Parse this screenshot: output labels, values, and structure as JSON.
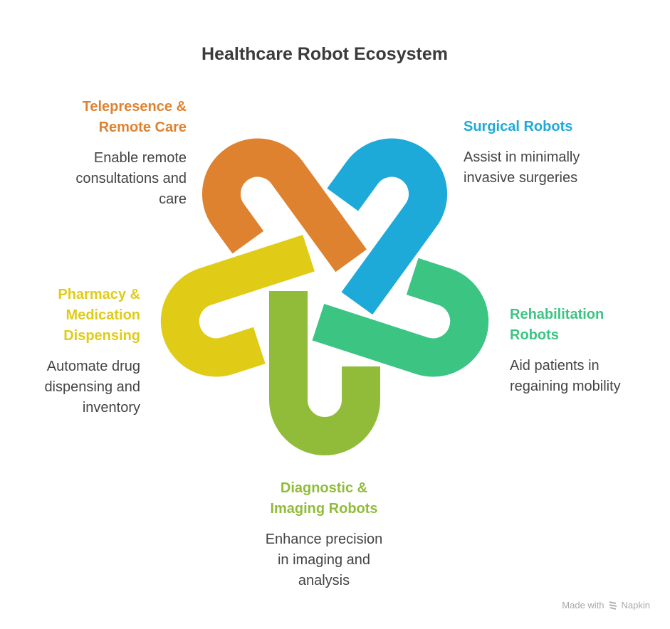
{
  "title": "Healthcare Robot Ecosystem",
  "items": [
    {
      "heading": "Telepresence &\nRemote Care",
      "description": "Enable remote\nconsultations and\ncare",
      "color": "#DE8230"
    },
    {
      "heading": "Surgical Robots",
      "description": "Assist in minimally\ninvasive surgeries",
      "color": "#1EAAD8"
    },
    {
      "heading": "Rehabilitation\nRobots",
      "description": "Aid patients in\nregaining mobility",
      "color": "#3CC483"
    },
    {
      "heading": "Diagnostic &\nImaging Robots",
      "description": "Enhance precision\nin imaging and\nanalysis",
      "color": "#90BC3A"
    },
    {
      "heading": "Pharmacy &\nMedication\nDispensing",
      "description": "Automate drug\ndispensing and\ninventory",
      "color": "#E0CC16"
    }
  ],
  "footer": {
    "made_with": "Made with",
    "brand": "Napkin",
    "icon": "napkin-logo-icon"
  }
}
